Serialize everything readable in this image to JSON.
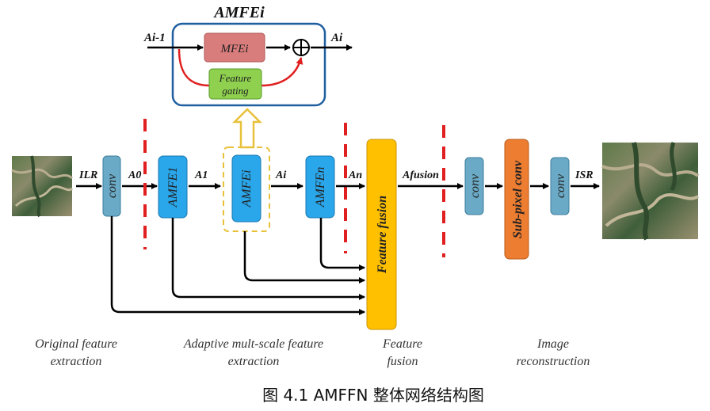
{
  "title": "AMFEi",
  "caption": "图 4.1 AMFFN 整体网络结构图",
  "inset": {
    "input_label": "Ai-1",
    "output_label": "Ai",
    "mfe_label": "MFEi",
    "gating_label_line1": "Feature",
    "gating_label_line2": "gating"
  },
  "nodes": {
    "conv1": "conv",
    "amfe1": "AMFE1",
    "amfei": "AMFEi",
    "amfen": "AMFEn",
    "fusion": "Feature fusion",
    "conv2": "conv",
    "subpixel": "Sub-pixel conv",
    "conv3": "conv"
  },
  "edge_labels": {
    "ilr": "ILR",
    "a0": "A0",
    "a1": "A1",
    "ai": "Ai",
    "an": "An",
    "afusion": "Afusion",
    "isr": "ISR"
  },
  "stage_labels": {
    "s1_line1": "Original feature",
    "s1_line2": "extraction",
    "s2_line1": "Adaptive mult-scale feature",
    "s2_line2": "extraction",
    "s3_line1": "Feature",
    "s3_line2": "fusion",
    "s4_line1": "Image",
    "s4_line2": "reconstruction"
  },
  "colors": {
    "conv_blue": "#6aaac6",
    "amfe_blue": "#2aa6ea",
    "fusion_yellow": "#ffc000",
    "subpixel_orange": "#ed7d31",
    "mfe_red": "#d97c7c",
    "gating_green": "#8fd14f",
    "divider_red": "#e02020",
    "inset_border": "#1f5fa0"
  },
  "icons": [
    "input-satellite-image",
    "output-satellite-image",
    "circled-plus-icon"
  ]
}
